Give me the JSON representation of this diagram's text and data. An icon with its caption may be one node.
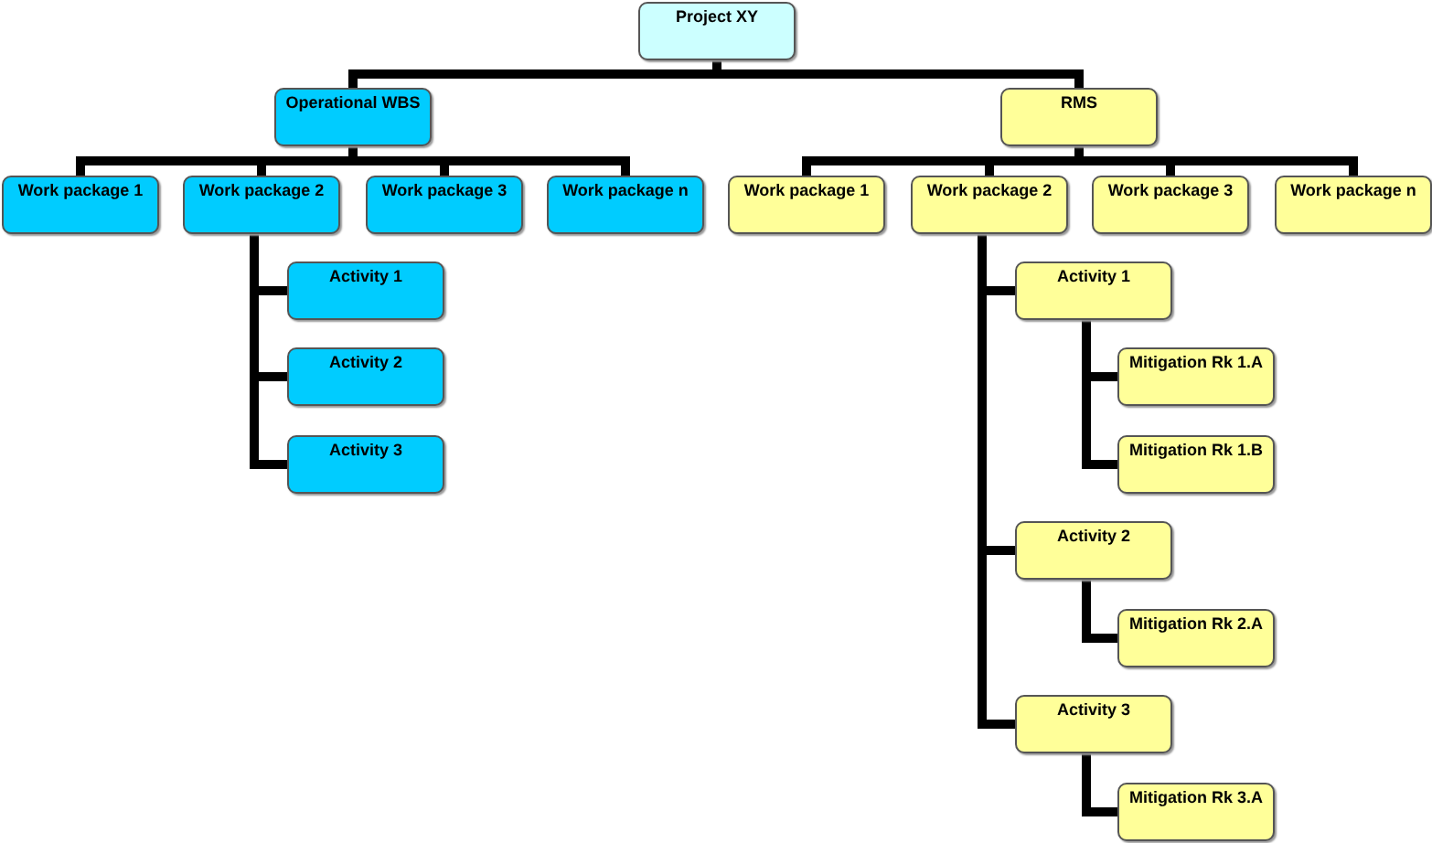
{
  "diagram": {
    "nodes": [
      {
        "text": [
          "Project XY"
        ]
      },
      {
        "text": [
          "Operational WBS"
        ]
      },
      {
        "text": [
          "RMS"
        ]
      },
      {
        "text": [
          "Work package 1"
        ]
      },
      {
        "text": [
          "Work package 2"
        ]
      },
      {
        "text": [
          "Work package 3"
        ]
      },
      {
        "text": [
          "Work package n"
        ]
      },
      {
        "text": [
          "Activity 1"
        ]
      },
      {
        "text": [
          "Activity 2"
        ]
      },
      {
        "text": [
          "Activity 3"
        ]
      },
      {
        "text": [
          "Work package 1"
        ]
      },
      {
        "text": [
          "Work package 2"
        ]
      },
      {
        "text": [
          "Work package 3"
        ]
      },
      {
        "text": [
          "Work package n"
        ]
      },
      {
        "text": [
          "Activity 1"
        ]
      },
      {
        "text": [
          "Mitigation Rk 1.A"
        ]
      },
      {
        "text": [
          "Mitigation Rk 1.B"
        ]
      },
      {
        "text": [
          "Activity 2"
        ]
      },
      {
        "text": [
          "Mitigation Rk 2.A"
        ]
      },
      {
        "text": [
          "Activity 3"
        ]
      },
      {
        "text": [
          "Mitigation Rk 3.A"
        ]
      }
    ],
    "edges": [
      {
        "from": 0,
        "to": 1,
        "arrow": "none"
      },
      {
        "from": 0,
        "to": 2,
        "arrow": "none"
      },
      {
        "from": 1,
        "to": 3,
        "arrow": "none"
      },
      {
        "from": 1,
        "to": 4,
        "arrow": "none"
      },
      {
        "from": 1,
        "to": 5,
        "arrow": "none"
      },
      {
        "from": 1,
        "to": 6,
        "arrow": "none"
      },
      {
        "from": 4,
        "to": 7,
        "arrow": "none"
      },
      {
        "from": 4,
        "to": 8,
        "arrow": "none"
      },
      {
        "from": 4,
        "to": 9,
        "arrow": "none"
      },
      {
        "from": 2,
        "to": 10,
        "arrow": "none"
      },
      {
        "from": 2,
        "to": 11,
        "arrow": "none"
      },
      {
        "from": 2,
        "to": 12,
        "arrow": "none"
      },
      {
        "from": 2,
        "to": 13,
        "arrow": "none"
      },
      {
        "from": 11,
        "to": 14,
        "arrow": "none"
      },
      {
        "from": 14,
        "to": 15,
        "arrow": "none"
      },
      {
        "from": 14,
        "to": 16,
        "arrow": "none"
      },
      {
        "from": 11,
        "to": 17,
        "arrow": "none"
      },
      {
        "from": 17,
        "to": 18,
        "arrow": "none"
      },
      {
        "from": 11,
        "to": 19,
        "arrow": "none"
      },
      {
        "from": 19,
        "to": 20,
        "arrow": "none"
      }
    ]
  }
}
